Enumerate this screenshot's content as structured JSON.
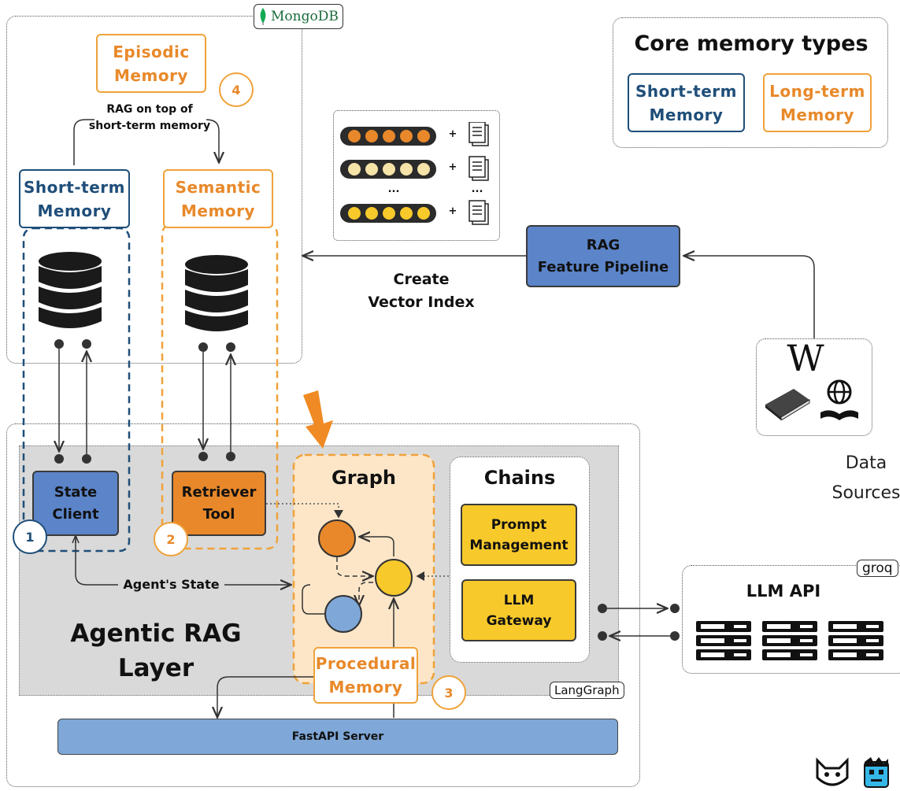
{
  "mongodb_tag": "MongoDB",
  "episodic_memory": "Episodic\nMemory",
  "rag_note": "RAG on top of\nshort-term memory",
  "short_term_memory": "Short-term\nMemory",
  "semantic_memory": "Semantic\nMemory",
  "core_memory": {
    "title": "Core memory types",
    "short_term": "Short-term\nMemory",
    "long_term": "Long-term\nMemory"
  },
  "vector_rows_ellipsis": "...",
  "plus": "+",
  "rag_pipeline": "RAG\nFeature Pipeline",
  "create_vector_index": "Create\nVector Index",
  "data_sources": "Data\nSources",
  "state_client": "State\nClient",
  "retriever_tool": "Retriever\nTool",
  "graph_title": "Graph",
  "chains_title": "Chains",
  "prompt_management": "Prompt\nManagement",
  "llm_gateway": "LLM\nGateway",
  "agents_state": "Agent's State",
  "agentic_rag_layer": "Agentic RAG\nLayer",
  "procedural_memory": "Procedural\nMemory",
  "langgraph_tag": "LangGraph",
  "fastapi_server": "FastAPI Server",
  "llm_api": "LLM API",
  "groq_tag": "groq",
  "numbers": {
    "one": "1",
    "two": "2",
    "three": "3",
    "four": "4"
  },
  "colors": {
    "orange": "#e8882a",
    "orange_light": "#f0a23a",
    "blue_dark": "#1f4e79",
    "blue_fill": "#5b84c9",
    "yellow": "#f7c92b",
    "layer_gray": "#d9d9d9",
    "fastapi_blue": "#7fa7d8"
  },
  "icons": [
    "mongodb-leaf-icon",
    "database-icon",
    "document-icon",
    "wikipedia-icon",
    "book-icon",
    "globe-book-icon",
    "server-rack-icon",
    "cat-logo-icon",
    "mascot-logo-icon"
  ]
}
